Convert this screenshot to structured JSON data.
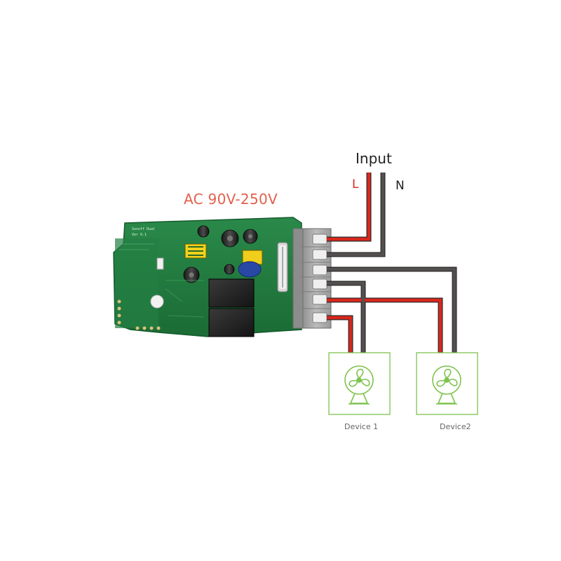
{
  "diagram": {
    "input_label": "Input",
    "line_label": "L",
    "neutral_label": "N",
    "voltage_label": "AC 90V-250V",
    "board_silk_line1": "Sonoff Dual",
    "board_silk_line2": "Ver 0.1",
    "devices": [
      {
        "label": "Device 1",
        "icon": "fan-icon"
      },
      {
        "label": "Device2",
        "icon": "fan-icon"
      }
    ],
    "colors": {
      "live_wire": "#d9271c",
      "neutral_wire": "#4a4646",
      "board_green": "#1f7a3e",
      "device_outline": "#7ec34e",
      "terminal_grey": "#a8a8a8",
      "voltage_text": "#e2604d"
    }
  }
}
